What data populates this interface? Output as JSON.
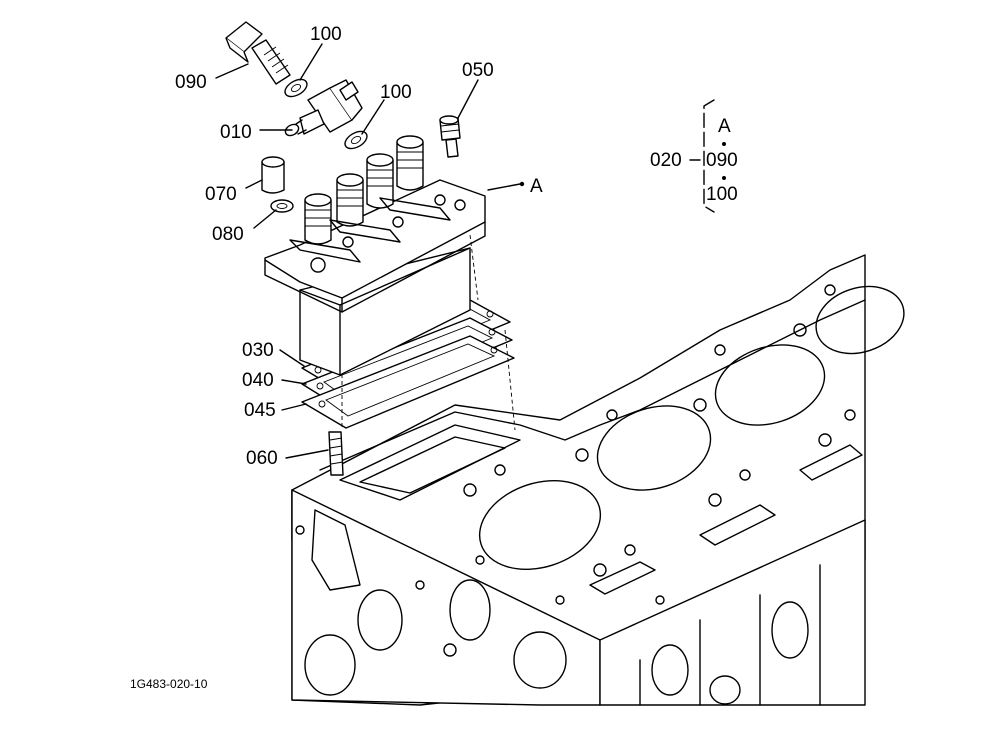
{
  "labels": {
    "p090": "090",
    "p100a": "100",
    "p010": "010",
    "p100b": "100",
    "p050": "050",
    "p070": "070",
    "p080": "080",
    "pA": "A",
    "p030": "030",
    "p040": "040",
    "p045": "045",
    "p060": "060"
  },
  "assembly": {
    "group": "020",
    "items": [
      "A",
      "090",
      "100"
    ]
  },
  "reference_code": "1G483-020-10",
  "colors": {
    "ink": "#000000",
    "paper": "#ffffff"
  }
}
